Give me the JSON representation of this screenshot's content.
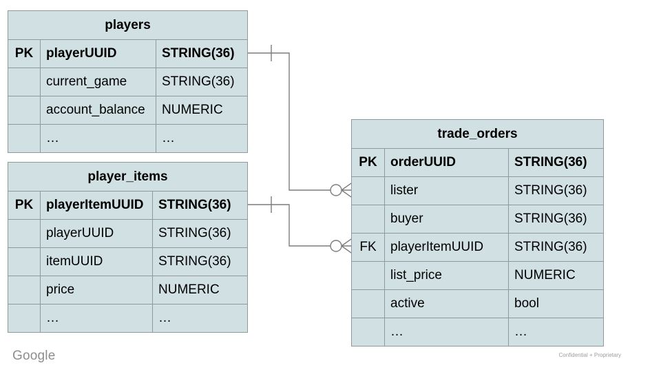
{
  "slide": {
    "footer_logo": "Google",
    "footer_note": "Confidential + Proprietary"
  },
  "colors": {
    "cell_bg": "#d0e0e3",
    "border": "#8f989b",
    "line": "#7c7c7c",
    "text": "#000000",
    "footer_logo_gray": "#8d8d8d",
    "footer_note_gray": "#9e9e9e"
  },
  "tables": [
    {
      "id": "players",
      "title": "players",
      "rows": [
        {
          "key": "PK",
          "field": "playerUUID",
          "type": "STRING(36)",
          "bold": true
        },
        {
          "key": "",
          "field": "current_game",
          "type": "STRING(36)"
        },
        {
          "key": "",
          "field": "account_balance",
          "type": "NUMERIC"
        },
        {
          "key": "",
          "field": "…",
          "type": "…"
        }
      ]
    },
    {
      "id": "player-items",
      "title": "player_items",
      "rows": [
        {
          "key": "PK",
          "field": "playerItemUUID",
          "type": "STRING(36)",
          "bold": true
        },
        {
          "key": "",
          "field": "playerUUID",
          "type": "STRING(36)"
        },
        {
          "key": "",
          "field": "itemUUID",
          "type": "STRING(36)"
        },
        {
          "key": "",
          "field": "price",
          "type": "NUMERIC"
        },
        {
          "key": "",
          "field": "…",
          "type": "…"
        }
      ]
    },
    {
      "id": "trade-orders",
      "title": "trade_orders",
      "rows": [
        {
          "key": "PK",
          "field": "orderUUID",
          "type": "STRING(36)",
          "bold": true
        },
        {
          "key": "",
          "field": "lister",
          "type": "STRING(36)"
        },
        {
          "key": "",
          "field": "buyer",
          "type": "STRING(36)"
        },
        {
          "key": "FK",
          "field": "playerItemUUID",
          "type": "STRING(36)"
        },
        {
          "key": "",
          "field": "list_price",
          "type": "NUMERIC"
        },
        {
          "key": "",
          "field": "active",
          "type": "bool"
        },
        {
          "key": "",
          "field": "…",
          "type": "…"
        }
      ]
    }
  ],
  "relationships": [
    {
      "from_table": "players",
      "from_field": "playerUUID",
      "from_cardinality": "one",
      "to_table": "trade_orders",
      "to_field": "lister",
      "to_cardinality": "zero-or-many"
    },
    {
      "from_table": "player_items",
      "from_field": "playerItemUUID",
      "from_cardinality": "one",
      "to_table": "trade_orders",
      "to_field": "playerItemUUID",
      "to_cardinality": "zero-or-many"
    }
  ]
}
